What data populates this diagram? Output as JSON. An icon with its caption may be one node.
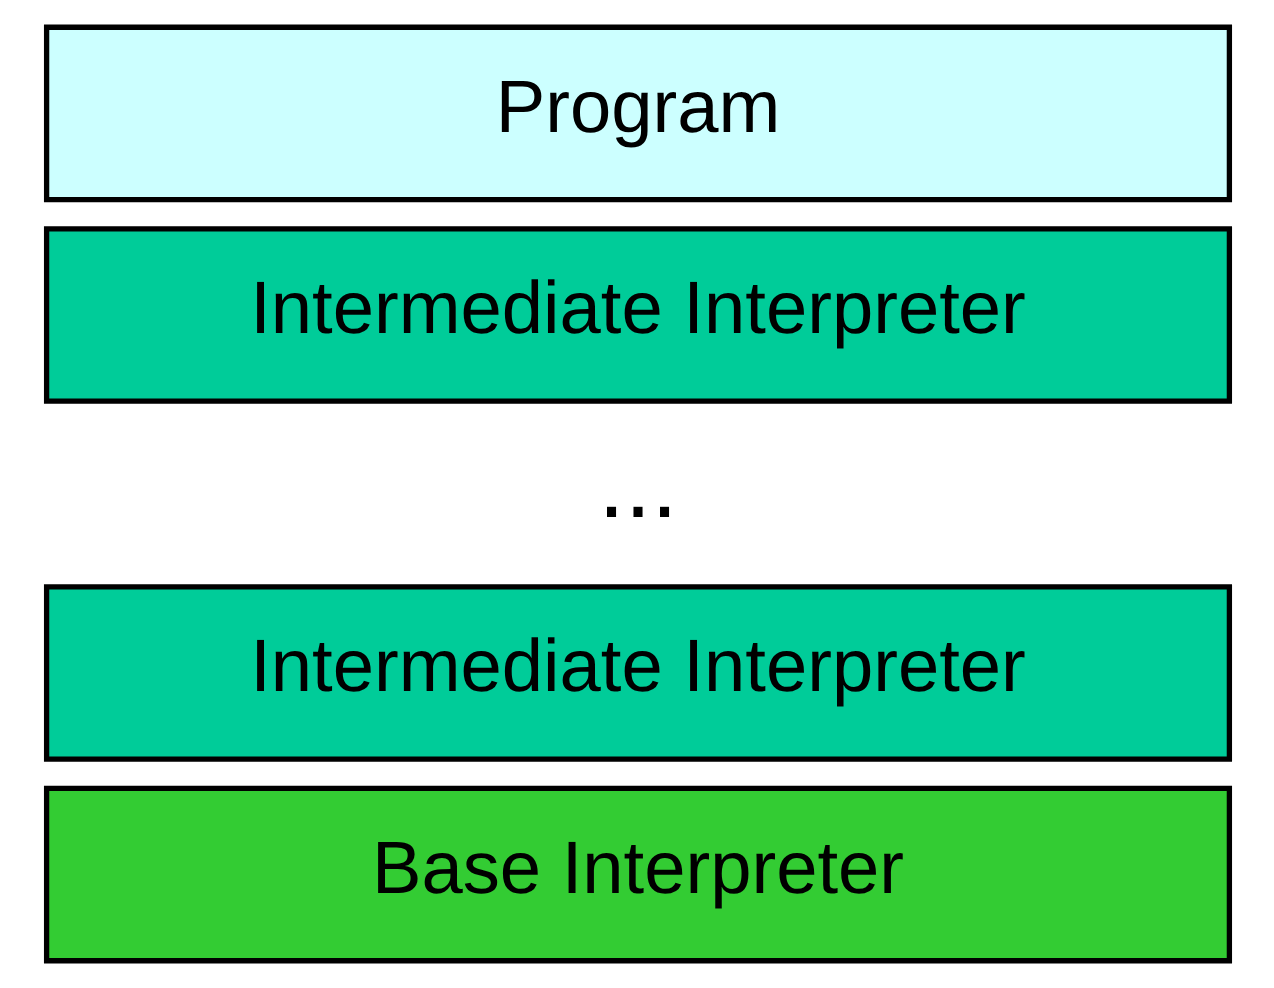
{
  "diagram": {
    "nodes": [
      {
        "text": [
          "Program"
        ]
      },
      {
        "text": [
          "Intermediate Interpreter"
        ]
      },
      {
        "text": [
          "Intermediate Interpreter"
        ]
      },
      {
        "text": [
          "Base Interpreter"
        ]
      }
    ],
    "labels": [
      "..."
    ]
  }
}
